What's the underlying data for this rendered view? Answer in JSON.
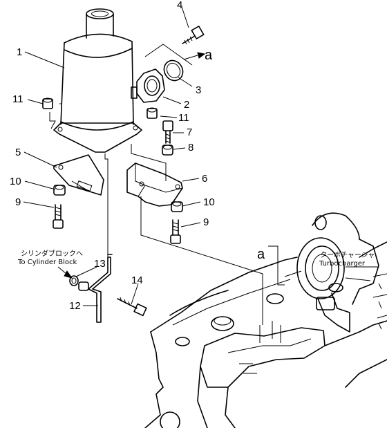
{
  "callouts": {
    "p1": "1",
    "p2": "2",
    "p3": "3",
    "p4": "4",
    "p5": "5",
    "p6": "6",
    "p7": "7",
    "p8": "8",
    "p9a": "9",
    "p9b": "9",
    "p10a": "10",
    "p10b": "10",
    "p11a": "11",
    "p11b": "11",
    "p12": "12",
    "p13": "13",
    "p14": "14"
  },
  "markers": {
    "a_top": "a",
    "a_turbo": "a"
  },
  "labels": {
    "cylinder_block_jp": "シリンダブロックへ",
    "cylinder_block_en": "To Cylinder Block",
    "turbo_jp": "ターボチャージャ",
    "turbo_en": "Turbocharger"
  }
}
